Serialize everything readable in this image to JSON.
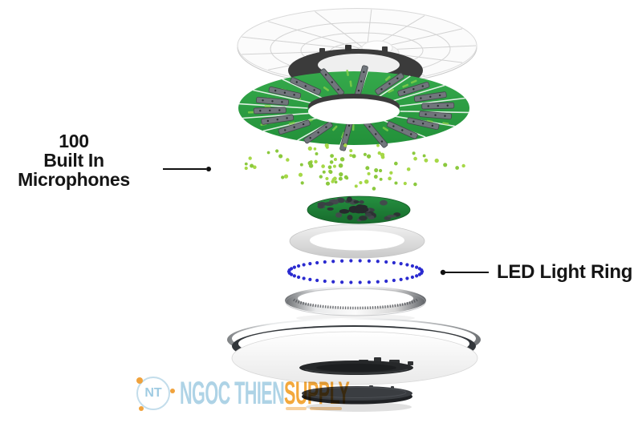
{
  "labels": {
    "microphones": {
      "line1": "100",
      "line2": "Built In",
      "line3": "Microphones"
    },
    "led": "LED Light Ring"
  },
  "watermark": {
    "initials": "NT",
    "name": "NGOC THIEN",
    "suffix": "SUPPLY"
  },
  "colors": {
    "pcb_green": "#2e9e44",
    "pcb_green_dark": "#1d8035",
    "pcb_trace": "#86cf4a",
    "component_gray": "#71767c",
    "component_dark": "#43474b",
    "mic_dot_green": "#a6d847",
    "mic_dot_green_alt": "#8bc93e",
    "led_blue": "#2b2bd0",
    "label_text": "#151515",
    "brand_blue": "#aed3e6",
    "brand_orange": "#f3a83c"
  }
}
